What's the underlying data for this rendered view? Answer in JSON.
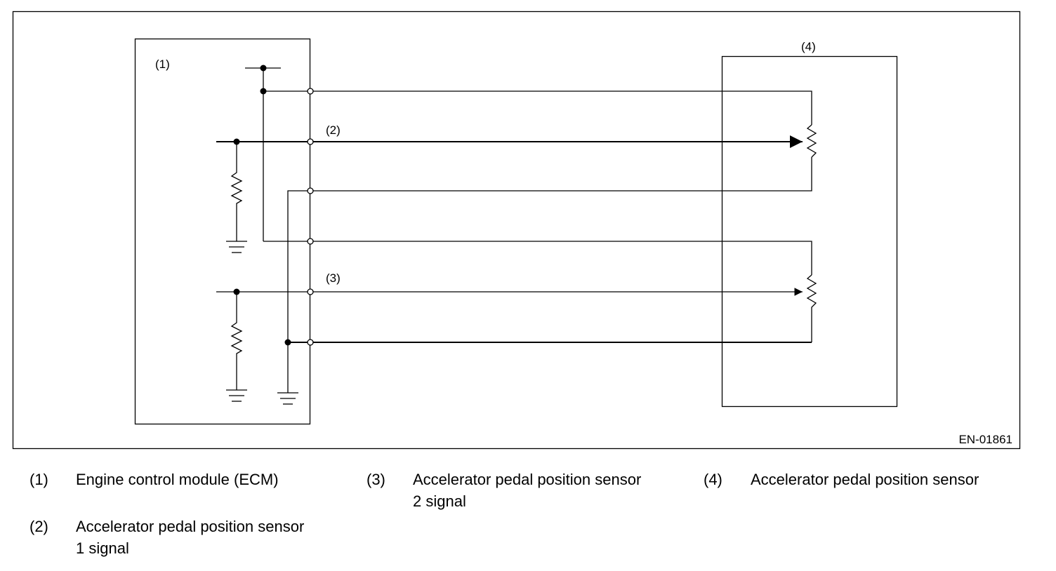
{
  "diagram": {
    "labels": {
      "ecm_box": "(1)",
      "signal_1": "(2)",
      "signal_2": "(3)",
      "sensor_box": "(4)"
    },
    "figure_code": "EN-01861"
  },
  "legend": [
    {
      "num": "(1)",
      "text": "Engine control module (ECM)"
    },
    {
      "num": "(2)",
      "text": "Accelerator pedal position sensor\n1 signal"
    },
    {
      "num": "(3)",
      "text": "Accelerator pedal position sensor\n2 signal"
    },
    {
      "num": "(4)",
      "text": "Accelerator pedal position sensor"
    }
  ]
}
